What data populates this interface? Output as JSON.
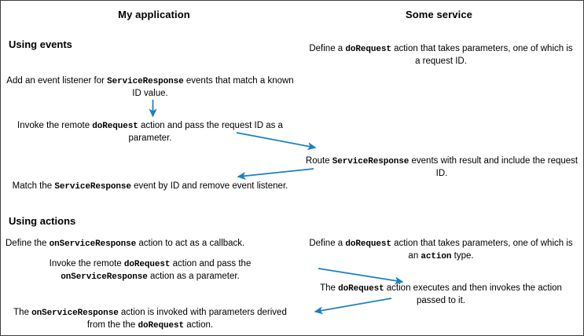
{
  "diagram": {
    "title_left": "My application",
    "title_right": "Some service",
    "accent_color": "#1b7fc4",
    "border_color": "#404040",
    "background": "#ffffff",
    "sections": [
      {
        "heading": "Using events",
        "left_steps": [
          {
            "id": "ev-left-1",
            "parts": [
              {
                "text": "Add an event listener for ",
                "style": "normal"
              },
              {
                "text": "ServiceResponse",
                "style": "code"
              },
              {
                "text": " events that match a known ID value.",
                "style": "normal"
              }
            ],
            "plain": "Add an event listener for ServiceResponse events that match a known ID value."
          },
          {
            "id": "ev-left-2",
            "parts": [
              {
                "text": "Invoke the remote ",
                "style": "normal"
              },
              {
                "text": "doRequest",
                "style": "code"
              },
              {
                "text": " action and pass the request ID as a parameter.",
                "style": "normal"
              }
            ],
            "plain": "Invoke the remote doRequest action and pass the request ID as a parameter."
          },
          {
            "id": "ev-left-3",
            "parts": [
              {
                "text": "Match the ",
                "style": "normal"
              },
              {
                "text": "ServiceResponse",
                "style": "code"
              },
              {
                "text": " event by ID and remove event listener.",
                "style": "normal"
              }
            ],
            "plain": "Match the ServiceResponse event by ID and remove event listener."
          }
        ],
        "right_steps": [
          {
            "id": "ev-right-1",
            "parts": [
              {
                "text": "Define a ",
                "style": "normal"
              },
              {
                "text": "doRequest",
                "style": "code"
              },
              {
                "text": " action that takes parameters, one of which is a request ID.",
                "style": "normal"
              }
            ],
            "plain": "Define a doRequest action that takes parameters, one of which is a request ID."
          },
          {
            "id": "ev-right-2",
            "parts": [
              {
                "text": "Route ",
                "style": "normal"
              },
              {
                "text": "ServiceResponse",
                "style": "code"
              },
              {
                "text": " events with result and include the request ID.",
                "style": "normal"
              }
            ],
            "plain": "Route ServiceResponse events with result and include the request ID."
          }
        ]
      },
      {
        "heading": "Using actions",
        "left_steps": [
          {
            "id": "ac-left-1",
            "parts": [
              {
                "text": "Define the ",
                "style": "normal"
              },
              {
                "text": "onServiceResponse",
                "style": "code"
              },
              {
                "text": " action to act as a callback.",
                "style": "normal"
              }
            ],
            "plain": "Define the onServiceResponse action to act as a callback."
          },
          {
            "id": "ac-left-2",
            "parts": [
              {
                "text": "Invoke the remote ",
                "style": "normal"
              },
              {
                "text": "doRequest",
                "style": "code"
              },
              {
                "text": " action and pass the ",
                "style": "normal"
              },
              {
                "text": "onServiceResponse",
                "style": "code"
              },
              {
                "text": " action as a parameter.",
                "style": "normal"
              }
            ],
            "plain": "Invoke the remote doRequest action and pass the onServiceResponse action as a parameter."
          },
          {
            "id": "ac-left-3",
            "parts": [
              {
                "text": "The ",
                "style": "normal"
              },
              {
                "text": "onServiceResponse",
                "style": "code"
              },
              {
                "text": " action is invoked with parameters derived from the the ",
                "style": "normal"
              },
              {
                "text": "doRequest",
                "style": "code"
              },
              {
                "text": " action.",
                "style": "normal"
              }
            ],
            "plain": "The onServiceResponse action is invoked with parameters derived from the the doRequest action."
          }
        ],
        "right_steps": [
          {
            "id": "ac-right-1",
            "parts": [
              {
                "text": "Define a ",
                "style": "normal"
              },
              {
                "text": "doRequest",
                "style": "code"
              },
              {
                "text": " action that takes parameters, one of which is an ",
                "style": "normal"
              },
              {
                "text": "action",
                "style": "code"
              },
              {
                "text": " type.",
                "style": "normal"
              }
            ],
            "plain": "Define a doRequest action that takes parameters, one of which is an action type."
          },
          {
            "id": "ac-right-2",
            "parts": [
              {
                "text": "The ",
                "style": "normal"
              },
              {
                "text": "doRequest",
                "style": "code"
              },
              {
                "text": " action executes and then invokes the action passed to it.",
                "style": "normal"
              }
            ],
            "plain": "The doRequest action executes and then invokes the action passed to it."
          }
        ]
      }
    ],
    "arrows": [
      {
        "id": "arrow-down-listener",
        "direction": "down",
        "from": "ev-left-1",
        "to": "ev-left-2"
      },
      {
        "id": "arrow-request-to-service",
        "direction": "left-to-right",
        "from": "ev-left-2",
        "to": "ev-right-2"
      },
      {
        "id": "arrow-response-to-app",
        "direction": "right-to-left",
        "from": "ev-right-2",
        "to": "ev-left-3"
      },
      {
        "id": "arrow-action-to-service",
        "direction": "left-to-right",
        "from": "ac-left-2",
        "to": "ac-right-2"
      },
      {
        "id": "arrow-callback-to-app",
        "direction": "right-to-left",
        "from": "ac-right-2",
        "to": "ac-left-3"
      }
    ]
  }
}
